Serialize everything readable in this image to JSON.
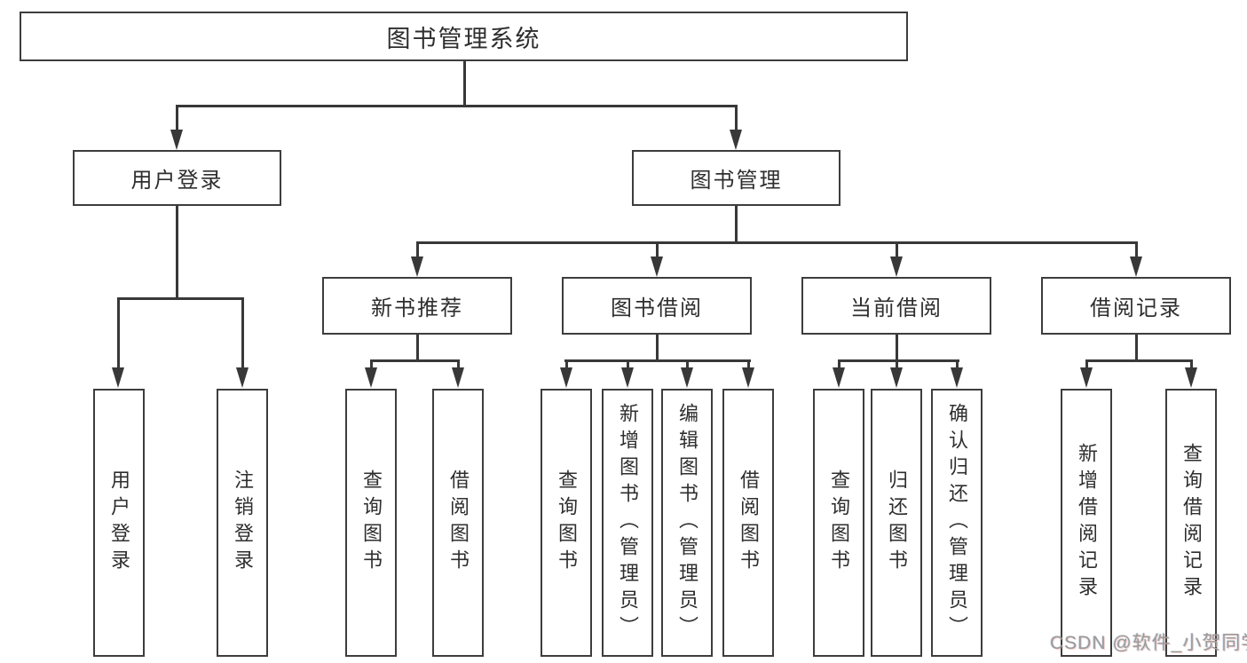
{
  "tree": {
    "root": {
      "label": "图书管理系统"
    },
    "branches": [
      {
        "label": "用户登录",
        "children": [
          {
            "label": "用户登录"
          },
          {
            "label": "注销登录"
          }
        ]
      },
      {
        "label": "图书管理",
        "groups": [
          {
            "label": "新书推荐",
            "children": [
              {
                "label": "查询图书"
              },
              {
                "label": "借阅图书"
              }
            ]
          },
          {
            "label": "图书借阅",
            "children": [
              {
                "label": "查询图书"
              },
              {
                "label": "新增图书（管理员）"
              },
              {
                "label": "编辑图书（管理员）"
              },
              {
                "label": "借阅图书"
              }
            ]
          },
          {
            "label": "当前借阅",
            "children": [
              {
                "label": "查询图书"
              },
              {
                "label": "归还图书"
              },
              {
                "label": "确认归还（管理员）"
              }
            ]
          },
          {
            "label": "借阅记录",
            "children": [
              {
                "label": "新增借阅记录"
              },
              {
                "label": "查询借阅记录"
              }
            ]
          }
        ]
      }
    ]
  },
  "watermark": {
    "text": "CSDN @软件_小贺同学"
  },
  "colors": {
    "line": "#383838",
    "box_border": "#3d3d3d",
    "text": "#2e2e2e",
    "watermark": "#9a9a9a",
    "background": "#ffffff"
  }
}
